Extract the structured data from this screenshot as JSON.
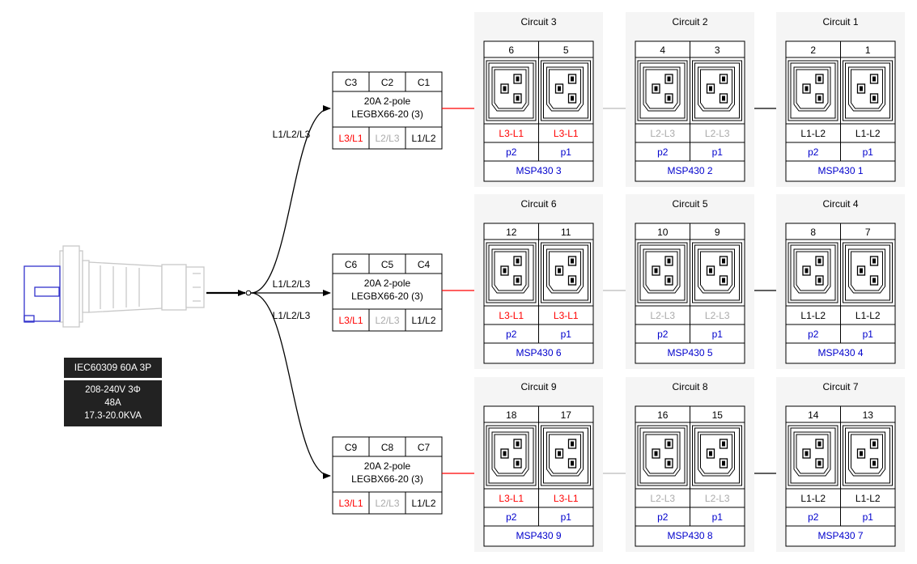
{
  "inlet": {
    "title": "IEC60309 60A 3P",
    "specs": [
      "208-240V 3Φ",
      "48A",
      "17.3-20.0KVA"
    ],
    "feed_label": "L1/L2/L3"
  },
  "breaker_groups": [
    {
      "breakers": [
        "C3",
        "C2",
        "C1"
      ],
      "rating": "20A 2-pole",
      "model": "LEGBX66-20 (3)",
      "phases": [
        "L3/L1",
        "L2/L3",
        "L1/L2"
      ],
      "circuits": [
        {
          "title": "Circuit 3",
          "outlets": [
            "6",
            "5"
          ],
          "phase": "L3-L1",
          "ports": [
            "p2",
            "p1"
          ],
          "controller": "MSP430 3"
        },
        {
          "title": "Circuit 2",
          "outlets": [
            "4",
            "3"
          ],
          "phase": "L2-L3",
          "ports": [
            "p2",
            "p1"
          ],
          "controller": "MSP430 2"
        },
        {
          "title": "Circuit 1",
          "outlets": [
            "2",
            "1"
          ],
          "phase": "L1-L2",
          "ports": [
            "p2",
            "p1"
          ],
          "controller": "MSP430 1"
        }
      ]
    },
    {
      "breakers": [
        "C6",
        "C5",
        "C4"
      ],
      "rating": "20A 2-pole",
      "model": "LEGBX66-20 (3)",
      "phases": [
        "L3/L1",
        "L2/L3",
        "L1/L2"
      ],
      "circuits": [
        {
          "title": "Circuit 6",
          "outlets": [
            "12",
            "11"
          ],
          "phase": "L3-L1",
          "ports": [
            "p2",
            "p1"
          ],
          "controller": "MSP430 6"
        },
        {
          "title": "Circuit 5",
          "outlets": [
            "10",
            "9"
          ],
          "phase": "L2-L3",
          "ports": [
            "p2",
            "p1"
          ],
          "controller": "MSP430 5"
        },
        {
          "title": "Circuit 4",
          "outlets": [
            "8",
            "7"
          ],
          "phase": "L1-L2",
          "ports": [
            "p2",
            "p1"
          ],
          "controller": "MSP430 4"
        }
      ]
    },
    {
      "breakers": [
        "C9",
        "C8",
        "C7"
      ],
      "rating": "20A 2-pole",
      "model": "LEGBX66-20 (3)",
      "phases": [
        "L3/L1",
        "L2/L3",
        "L1/L2"
      ],
      "circuits": [
        {
          "title": "Circuit 9",
          "outlets": [
            "18",
            "17"
          ],
          "phase": "L3-L1",
          "ports": [
            "p2",
            "p1"
          ],
          "controller": "MSP430 9"
        },
        {
          "title": "Circuit 8",
          "outlets": [
            "16",
            "15"
          ],
          "phase": "L2-L3",
          "ports": [
            "p2",
            "p1"
          ],
          "controller": "MSP430 8"
        },
        {
          "title": "Circuit 7",
          "outlets": [
            "14",
            "13"
          ],
          "phase": "L1-L2",
          "ports": [
            "p2",
            "p1"
          ],
          "controller": "MSP430 7"
        }
      ]
    }
  ],
  "colors": {
    "phase_L3L1": "#ff0000",
    "phase_L2L3": "#aaaaaa",
    "phase_L1L2": "#000000",
    "port": "#0000cc",
    "controller": "#0000cc",
    "circuit_bg": "#f5f5f5",
    "inlet_outline": "#cccccc",
    "inlet_accent": "#3333cc"
  },
  "icons": {
    "inlet": "iec60309-plug-icon",
    "outlet": "iec-c19-socket-icon"
  }
}
